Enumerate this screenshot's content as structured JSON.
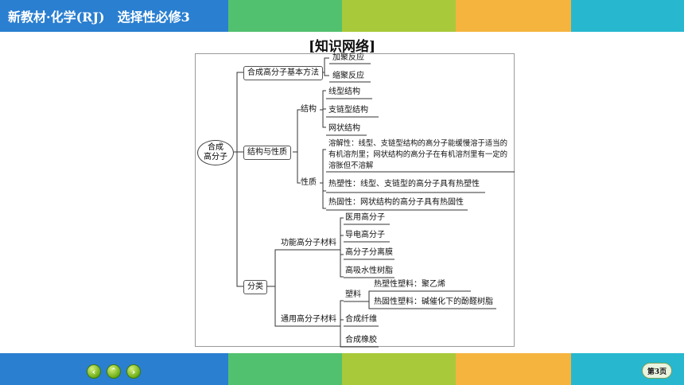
{
  "header": {
    "title": "新教材·化学(RJ)　选择性必修3"
  },
  "slide": {
    "title": "[知识网络]"
  },
  "mindmap": {
    "root": {
      "line1": "合成",
      "line2": "高分子"
    },
    "methods": {
      "label": "合成高分子基本方法",
      "items": [
        "加聚反应",
        "缩聚反应"
      ]
    },
    "structure_properties": {
      "label": "结构与性质",
      "structure": {
        "label": "结构",
        "items": [
          "线型结构",
          "支链型结构",
          "网状结构"
        ]
      },
      "properties": {
        "label": "性质",
        "items": [
          "溶解性：线型、支链型结构的高分子能缓慢溶于适当的有机溶剂里；网状结构的高分子在有机溶剂里有一定的溶胀但不溶解",
          "热塑性：线型、支链型的高分子具有热塑性",
          "热固性：网状结构的高分子具有热固性"
        ]
      }
    },
    "classification": {
      "label": "分类",
      "functional": {
        "label": "功能高分子材料",
        "items": [
          "医用高分子",
          "导电高分子",
          "高分子分离膜",
          "高吸水性树脂"
        ]
      },
      "general": {
        "label": "通用高分子材料",
        "plastics": {
          "label": "塑料",
          "items": [
            "热塑性塑料：聚乙烯",
            "热固性塑料：碱催化下的酚醛树脂"
          ]
        },
        "items": [
          "合成纤维",
          "合成橡胶"
        ]
      }
    }
  },
  "nav": {
    "prev_icon": "‹",
    "up_icon": "ˆ",
    "next_icon": "›"
  },
  "page": {
    "label": "第3页"
  }
}
